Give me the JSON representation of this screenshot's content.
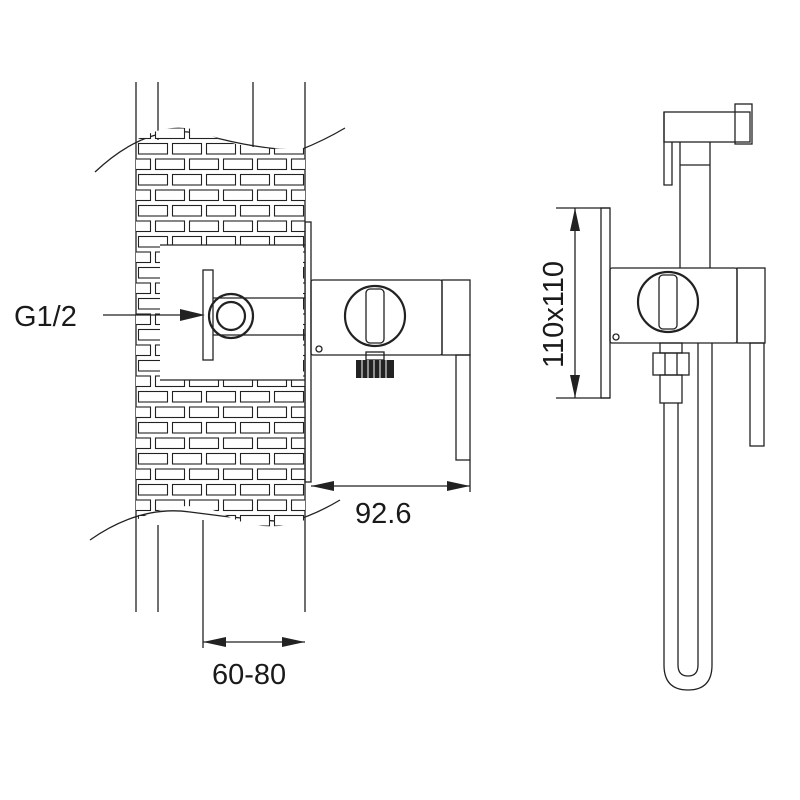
{
  "labels": {
    "thread": "G1/2",
    "depth": "92.6",
    "wall_range": "60-80",
    "plate_size": "110x110"
  },
  "colors": {
    "line": "#222222",
    "background": "#ffffff"
  }
}
